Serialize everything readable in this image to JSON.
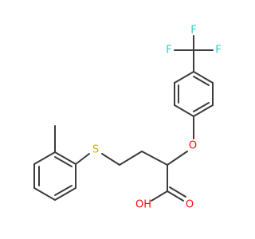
{
  "colors": {
    "bond": "#3c3c3c",
    "F": "#33cccc",
    "O": "#ff0d0d",
    "S": "#c8b400"
  },
  "labels": {
    "F1": "F",
    "F2": "F",
    "F3": "F",
    "O_ether": "O",
    "S": "S",
    "OH": "OH",
    "O_carbonyl": "O"
  }
}
